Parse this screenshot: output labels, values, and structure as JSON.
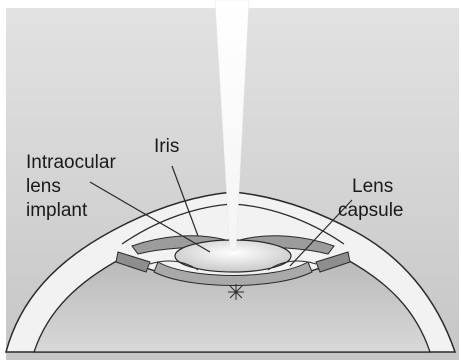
{
  "labels": {
    "iris": "Iris",
    "iol_line1": "Intraocular",
    "iol_line2": "lens",
    "iol_line3": "implant",
    "capsule_line1": "Lens",
    "capsule_line2": "capsule"
  },
  "colors": {
    "background_gray": "#d3d3d3",
    "eye_white": "#f7f7f7",
    "outline": "#2a2a2a",
    "beam": "#ffffff"
  }
}
